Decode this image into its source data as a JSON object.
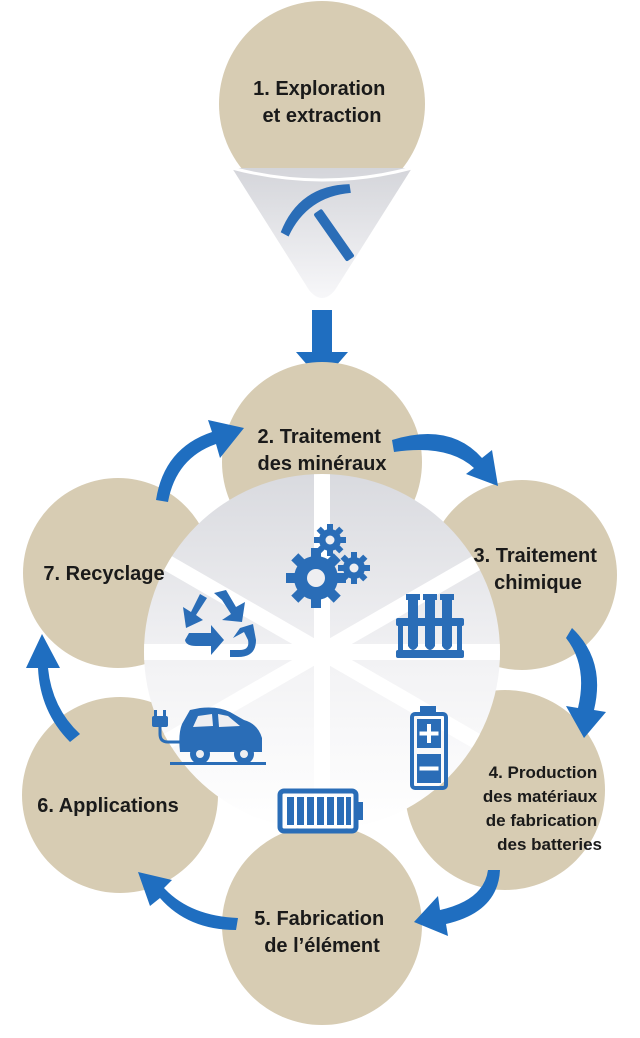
{
  "colors": {
    "circle_fill": "#d7ccb3",
    "accent_blue": "#1f6ec0",
    "icon_blue": "#2a6db7",
    "center_light": "#f1f1f3",
    "center_shadow": "#c9c9cf",
    "text": "#1a1a1a"
  },
  "steps": [
    {
      "id": "step-1",
      "lines": [
        "1. Exploration",
        "et extraction"
      ],
      "icon": "pickaxe-icon"
    },
    {
      "id": "step-2",
      "lines": [
        "2. Traitement",
        "des minéraux"
      ],
      "icon": "gears-icon"
    },
    {
      "id": "step-3",
      "lines": [
        "3. Traitement",
        "chimique"
      ],
      "icon": "test-tubes-icon"
    },
    {
      "id": "step-4",
      "lines": [
        "4. Production",
        "des matériaux",
        "de fabrication",
        "des batteries"
      ],
      "icon": "battery-cell-icon"
    },
    {
      "id": "step-5",
      "lines": [
        "5. Fabrication",
        "de l’élément"
      ],
      "icon": "battery-pack-icon"
    },
    {
      "id": "step-6",
      "lines": [
        "6. Applications"
      ],
      "icon": "electric-car-icon"
    },
    {
      "id": "step-7",
      "lines": [
        "7. Recyclage"
      ],
      "icon": "recycle-icon"
    }
  ]
}
